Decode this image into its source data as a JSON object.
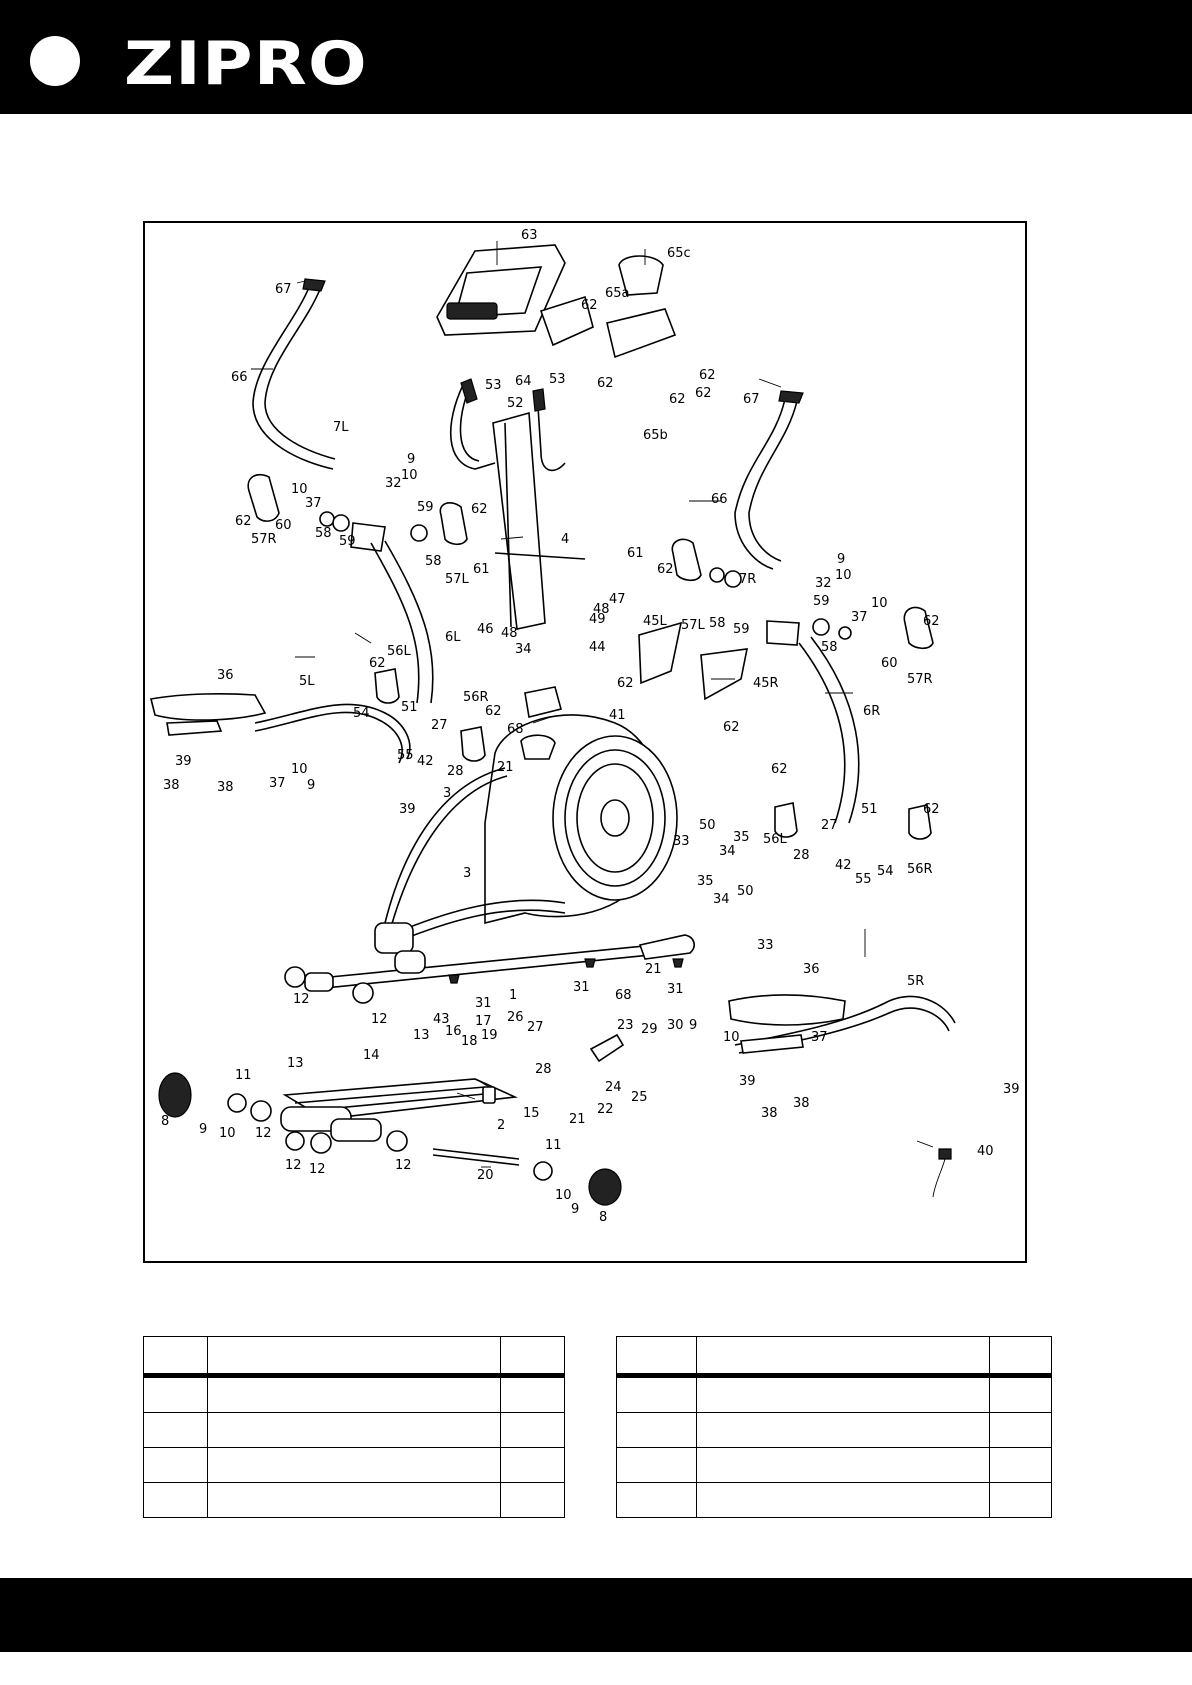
{
  "brand": {
    "name": "ZIPRO",
    "header_color": "#000000",
    "logo_color": "#ffffff"
  },
  "diagram": {
    "callouts": {
      "c63": "63",
      "c65c": "65c",
      "c62a": "62",
      "c65a": "65a",
      "c67a": "67",
      "c66a": "66",
      "c62b": "62",
      "c64": "64",
      "c62c": "62",
      "c62d": "62",
      "c62e": "62",
      "c53a": "53",
      "c53b": "53",
      "c52": "52",
      "c65b": "65b",
      "c67b": "67",
      "c7L": "7L",
      "c9a": "9",
      "c10a": "10",
      "c32a": "32",
      "c10b": "10",
      "c37a": "37",
      "c62f": "62",
      "c60a": "60",
      "c58a": "58",
      "c59a": "59",
      "c57R": "57R",
      "c59b": "59",
      "c58b": "58",
      "c62g": "62",
      "c57La": "57L",
      "c61a": "61",
      "c4": "4",
      "c66b": "66",
      "c9b": "9",
      "c7R": "7R",
      "c10c": "10",
      "c32b": "32",
      "c61b": "61",
      "c62h": "62",
      "c47": "47",
      "c48a": "48",
      "c49": "49",
      "c46": "46",
      "c48b": "48",
      "c34a": "34",
      "c44": "44",
      "c57Lb": "57L",
      "c58c": "58",
      "c59c": "59",
      "c59d": "59",
      "c10d": "10",
      "c37b": "37",
      "c62i": "62",
      "c58d": "58",
      "c60b": "60",
      "c57Rb": "57R",
      "c6L": "6L",
      "c45L": "45L",
      "c62j": "62",
      "c45R": "45R",
      "c62k": "62",
      "c36a": "36",
      "c5L": "5L",
      "c56La": "56L",
      "c62l": "62",
      "c51a": "51",
      "c54a": "54",
      "c27a": "27",
      "c55a": "55",
      "c42a": "42",
      "c56Ra": "56R",
      "c62m": "62",
      "c68a": "68",
      "c41": "41",
      "c6R": "6R",
      "c39a": "39",
      "c38a": "38",
      "c38b": "38",
      "c37c": "37",
      "c10e": "10",
      "c9c": "9",
      "c39b": "39",
      "c28a": "28",
      "c21a": "21",
      "c3a": "3",
      "c62n": "62",
      "c56Lb": "56L",
      "c27b": "27",
      "c51b": "51",
      "c28b": "28",
      "c42b": "42",
      "c55b": "55",
      "c54b": "54",
      "c62o": "62",
      "c56Rb": "56R",
      "c33a": "33",
      "c50a": "50",
      "c34b": "34",
      "c35a": "35",
      "c35b": "35",
      "c34c": "34",
      "c50b": "50",
      "c33b": "33",
      "c3b": "3",
      "c12a": "12",
      "c12b": "12",
      "c31a": "31",
      "c1": "1",
      "c31b": "31",
      "c68b": "68",
      "c21b": "21",
      "c31c": "31",
      "c36b": "36",
      "c5R": "5R",
      "c43": "43",
      "c16": "16",
      "c17": "17",
      "c18": "18",
      "c19": "19",
      "c26": "26",
      "c27c": "27",
      "c28c": "28",
      "c23": "23",
      "c29": "29",
      "c30": "30",
      "c9d": "9",
      "c10f": "10",
      "c37d": "37",
      "c13a": "13",
      "c14": "14",
      "c13b": "13",
      "c11a": "11",
      "c8a": "8",
      "c9e": "9",
      "c10g": "10",
      "c12c": "12",
      "c2": "2",
      "c15": "15",
      "c24": "24",
      "c25": "25",
      "c22": "22",
      "c21c": "21",
      "c39c": "39",
      "c38c": "38",
      "c38d": "38",
      "c39d": "39",
      "c12d": "12",
      "c12e": "12",
      "c12f": "12",
      "c20": "20",
      "c11b": "11",
      "c10h": "10",
      "c9f": "9",
      "c8b": "8",
      "c40": "40"
    }
  },
  "tables": {
    "left": {
      "columns": [
        "",
        "",
        ""
      ],
      "rows": [
        [
          "",
          "",
          ""
        ],
        [
          "",
          "",
          ""
        ],
        [
          "",
          "",
          ""
        ],
        [
          "",
          "",
          ""
        ]
      ]
    },
    "right": {
      "columns": [
        "",
        "",
        ""
      ],
      "rows": [
        [
          "",
          "",
          ""
        ],
        [
          "",
          "",
          ""
        ],
        [
          "",
          "",
          ""
        ],
        [
          "",
          "",
          ""
        ]
      ]
    }
  }
}
